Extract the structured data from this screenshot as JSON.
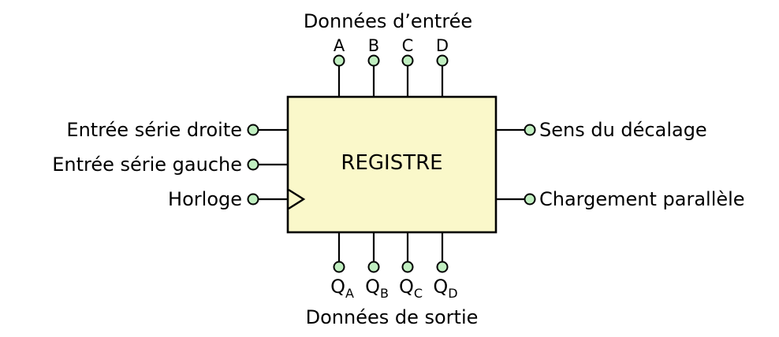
{
  "diagram": {
    "top_title": "Données d’entrée",
    "bottom_title": "Données de sortie",
    "block_label": "REGISTRE",
    "top_pins": [
      "A",
      "B",
      "C",
      "D"
    ],
    "bottom_pins": [
      {
        "main": "Q",
        "sub": "A"
      },
      {
        "main": "Q",
        "sub": "B"
      },
      {
        "main": "Q",
        "sub": "C"
      },
      {
        "main": "Q",
        "sub": "D"
      }
    ],
    "left_labels": [
      "Entrée série droite",
      "Entrée série gauche",
      "Horloge"
    ],
    "right_labels": [
      "Sens du décalage",
      "Chargement parallèle"
    ],
    "colors": {
      "block_fill": "#FAF8CA",
      "terminal_fill": "#C0EEC0",
      "line": "#000000",
      "text": "#000000",
      "background": "#FFFFFF"
    }
  }
}
